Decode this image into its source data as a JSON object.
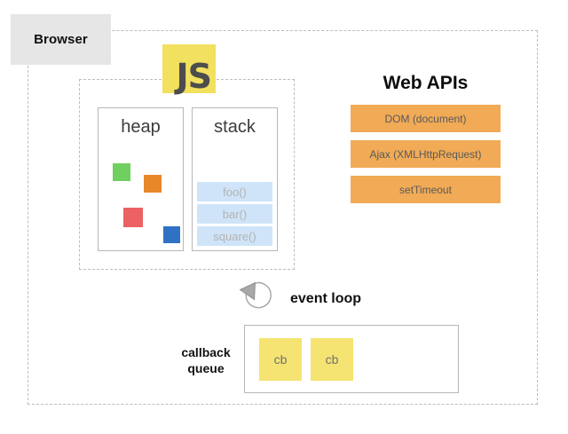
{
  "diagram": {
    "browser_label": "Browser",
    "js_logo": "JS",
    "heap": {
      "title": "heap",
      "objects": [
        {
          "name": "heap-object-green",
          "color": "#6fcf5f"
        },
        {
          "name": "heap-object-orange",
          "color": "#e8862a"
        },
        {
          "name": "heap-object-red",
          "color": "#ec6161"
        },
        {
          "name": "heap-object-blue",
          "color": "#2f72c4"
        }
      ]
    },
    "stack": {
      "title": "stack",
      "frames": [
        "foo()",
        "bar()",
        "square()"
      ],
      "frame_color": "#cfe4f8"
    },
    "web_apis": {
      "title": "Web APIs",
      "items": [
        "DOM (document)",
        "Ajax (XMLHttpRequest)",
        "setTimeout"
      ],
      "color": "#f1aa55"
    },
    "event_loop": {
      "label": "event loop",
      "icon": "circular-arrow-icon"
    },
    "callback_queue": {
      "label_line1": "callback",
      "label_line2": "queue",
      "items": [
        "cb",
        "cb"
      ],
      "item_color": "#f5e472"
    }
  }
}
